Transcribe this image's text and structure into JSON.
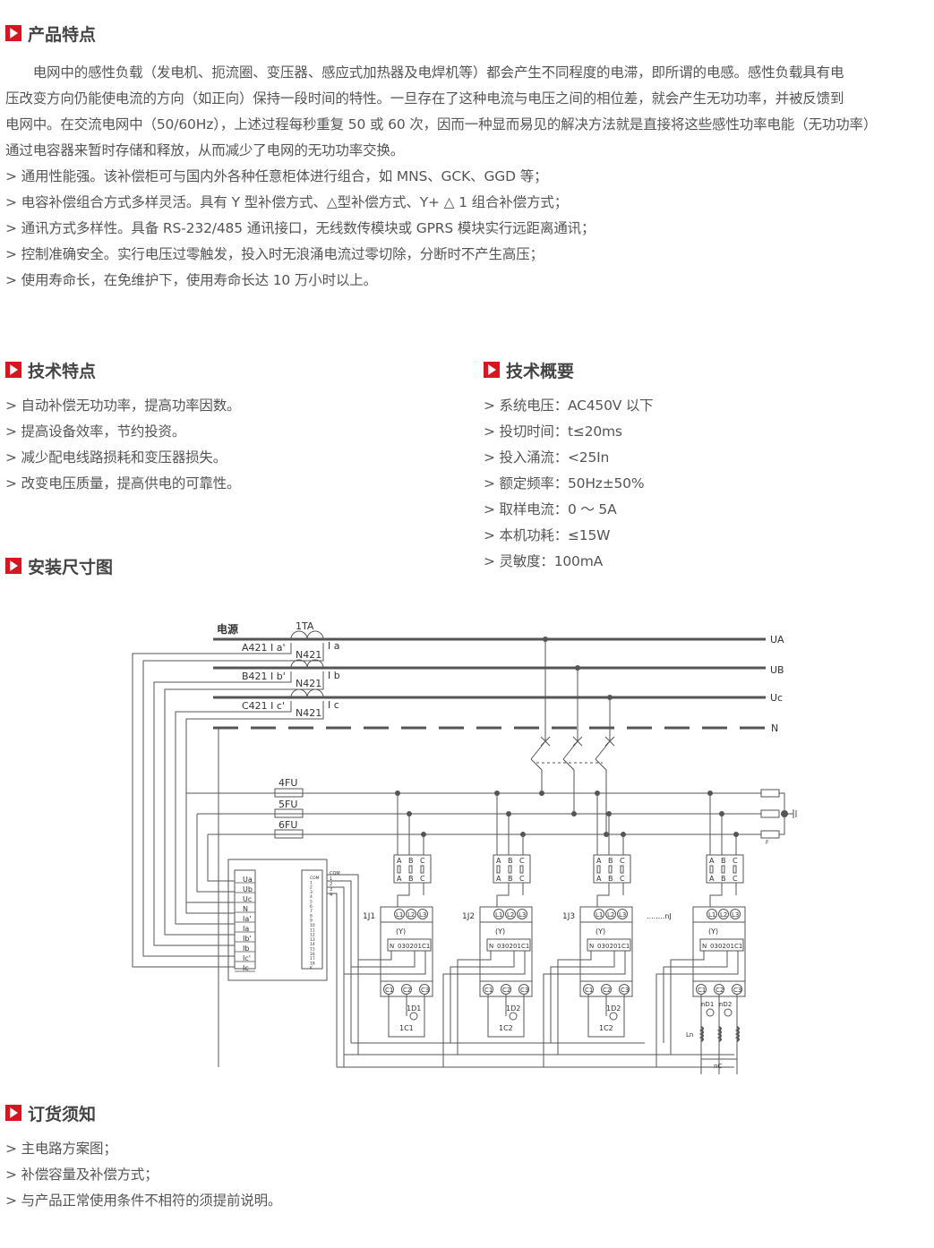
{
  "sections": {
    "features": {
      "title": "产品特点",
      "paragraph_lines": [
        "　　电网中的感性负载（发电机、扼流圈、变压器、感应式加热器及电焊机等）都会产生不同程度的电滞，即所谓的电感。感性负载具有电",
        "压改变方向仍能使电流的方向（如正向）保持一段时间的特性。一旦存在了这种电流与电压之间的相位差，就会产生无功功率，并被反馈到",
        "电网中。在交流电网中（50/60Hz），上述过程每秒重复 50 或 60 次，因而一种显而易见的解决方法就是直接将这些感性功率电能（无功功率）",
        "通过电容器来暂时存储和释放，从而减少了电网的无功功率交换。"
      ],
      "bullets": [
        "> 通用性能强。该补偿柜可与国内外各种任意柜体进行组合，如 MNS、GCK、GGD 等；",
        "> 电容补偿组合方式多样灵活。具有 Y 型补偿方式、△型补偿方式、Y+ △ 1 组合补偿方式；",
        "> 通讯方式多样性。具备 RS-232/485 通讯接口，无线数传模块或 GPRS 模块实行远距离通讯；",
        "> 控制准确安全。实行电压过零触发，投入时无浪涌电流过零切除，分断时不产生高压；",
        "> 使用寿命长，在免维护下，使用寿命长达 10 万小时以上。"
      ]
    },
    "tech_features": {
      "title": "技术特点",
      "bullets": [
        "> 自动补偿无功功率，提高功率因数。",
        "> 提高设备效率，节约投资。",
        "> 减少配电线路损耗和变压器损失。",
        "> 改变电压质量，提高供电的可靠性。"
      ]
    },
    "tech_summary": {
      "title": "技术概要",
      "bullets": [
        "> 系统电压：AC450V 以下",
        "> 投切时间：t≤20ms",
        "> 投入涌流：<25In",
        "> 额定频率：50Hz±50%",
        "> 取样电流：0 ～ 5A",
        "> 本机功耗：≤15W",
        "> 灵敏度：100mA"
      ]
    },
    "install": {
      "title": "安装尺寸图"
    },
    "ordering": {
      "title": "订货须知",
      "bullets": [
        "> 主电路方案图；",
        "> 补偿容量及补偿方式；",
        "> 与产品正常使用条件不相符的须提前说明。"
      ]
    }
  },
  "diagram": {
    "power_label": "电源",
    "ct_label": "1TA",
    "phase_lines": [
      "UA",
      "UB",
      "Uc",
      "N"
    ],
    "ct_rows": [
      {
        "left": "A421 I a'",
        "mid": "N421",
        "right": "I a"
      },
      {
        "left": "B421 I b'",
        "mid": "N421",
        "right": "I b"
      },
      {
        "left": "C421 I c'",
        "mid": "N421",
        "right": "I c"
      }
    ],
    "fuses": [
      "4FU",
      "5FU",
      "6FU"
    ],
    "controller_left_terminals": [
      "Ua",
      "Ub",
      "Uc",
      "N",
      "Ia'",
      "Ia",
      "Ib'",
      "Ib",
      "Ic'",
      "Ic"
    ],
    "controller_right_terminals": [
      "COM",
      "1",
      "2",
      "3",
      "4",
      "5",
      "6",
      "7",
      "8",
      "9",
      "10",
      "11",
      "12",
      "13",
      "14",
      "15",
      "16",
      "17",
      "18",
      "K"
    ],
    "com_labels": [
      "COM",
      "1",
      "2",
      "3",
      "4"
    ],
    "units": [
      {
        "name": "1J1",
        "lamp": "1D1",
        "cap": "1C1"
      },
      {
        "name": "1J2",
        "lamp": "1D2",
        "cap": "1C2"
      },
      {
        "name": "1J3",
        "lamp": "1D2",
        "cap": "1C2"
      },
      {
        "name": "nJ",
        "lamp": "nD1",
        "lamp2": "nD2",
        "cap": "nC",
        "reactor": "Ln"
      }
    ],
    "fuse_box_labels": [
      "A",
      "B",
      "C"
    ],
    "contactor_top": [
      "L1",
      "L2",
      "L3"
    ],
    "contactor_mode": "(Y)",
    "contactor_terminals": [
      "N",
      "03",
      "02",
      "01",
      "C1"
    ],
    "contactor_bottom": [
      "C1",
      "C2",
      "C3"
    ],
    "nj_dots": "........",
    "arrester_label": "F"
  }
}
